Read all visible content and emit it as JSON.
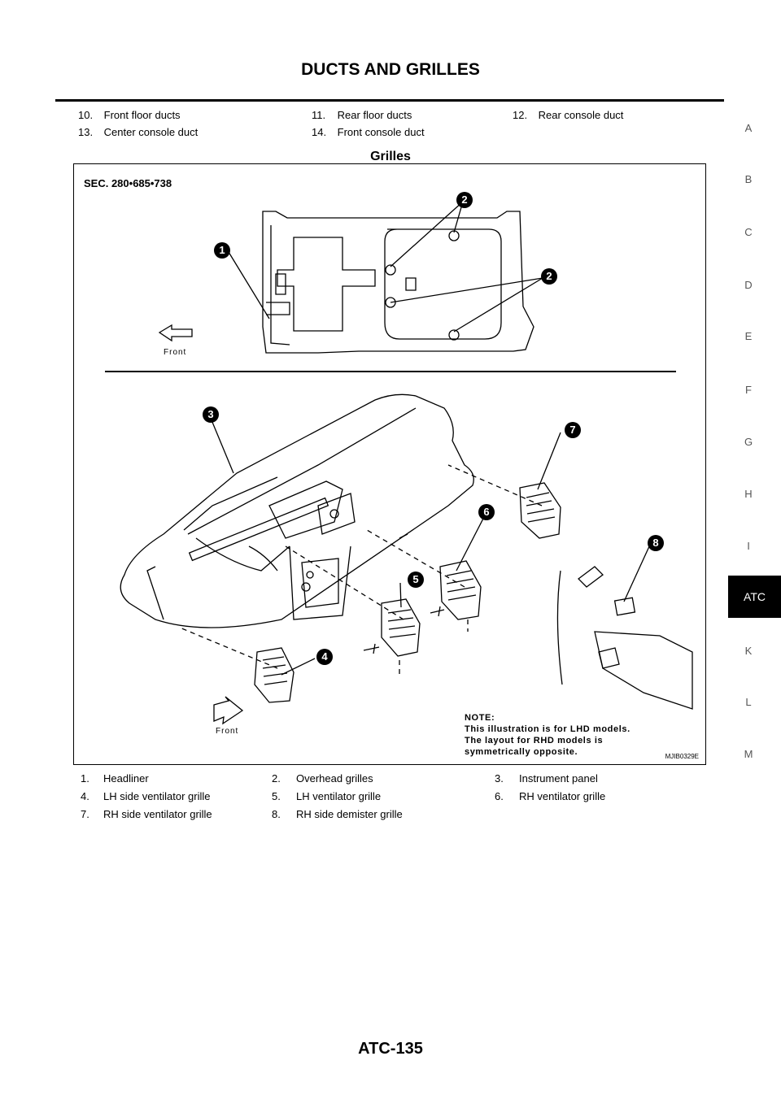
{
  "header": {
    "title": "DUCTS AND GRILLES"
  },
  "ducts_legend": [
    {
      "num": "10.",
      "label": "Front floor ducts"
    },
    {
      "num": "11.",
      "label": "Rear floor ducts"
    },
    {
      "num": "12.",
      "label": "Rear console duct"
    },
    {
      "num": "13.",
      "label": "Center console duct"
    },
    {
      "num": "14.",
      "label": "Front console duct"
    }
  ],
  "section": {
    "title": "Grilles"
  },
  "figure": {
    "sec_label": "SEC. 280•685•738",
    "front_label_top": "Front",
    "front_label_bottom": "Front",
    "note_lines": [
      "NOTE:",
      "This illustration is for LHD models.",
      "The layout for RHD models is",
      "symmetrically opposite."
    ],
    "code": "MJIB0329E",
    "callouts": [
      "1",
      "2",
      "2",
      "3",
      "4",
      "5",
      "6",
      "7",
      "8"
    ]
  },
  "grilles_legend": [
    {
      "num": "1.",
      "label": "Headliner"
    },
    {
      "num": "2.",
      "label": "Overhead grilles"
    },
    {
      "num": "3.",
      "label": "Instrument panel"
    },
    {
      "num": "4.",
      "label": "LH side ventilator grille"
    },
    {
      "num": "5.",
      "label": "LH ventilator grille"
    },
    {
      "num": "6.",
      "label": "RH ventilator grille"
    },
    {
      "num": "7.",
      "label": "RH side ventilator grille"
    },
    {
      "num": "8.",
      "label": "RH side demister grille"
    }
  ],
  "side_tabs": [
    "A",
    "B",
    "C",
    "D",
    "E",
    "F",
    "G",
    "H",
    "I",
    "ATC",
    "K",
    "L",
    "M"
  ],
  "active_tab": "ATC",
  "footer": {
    "page": "ATC-135"
  }
}
